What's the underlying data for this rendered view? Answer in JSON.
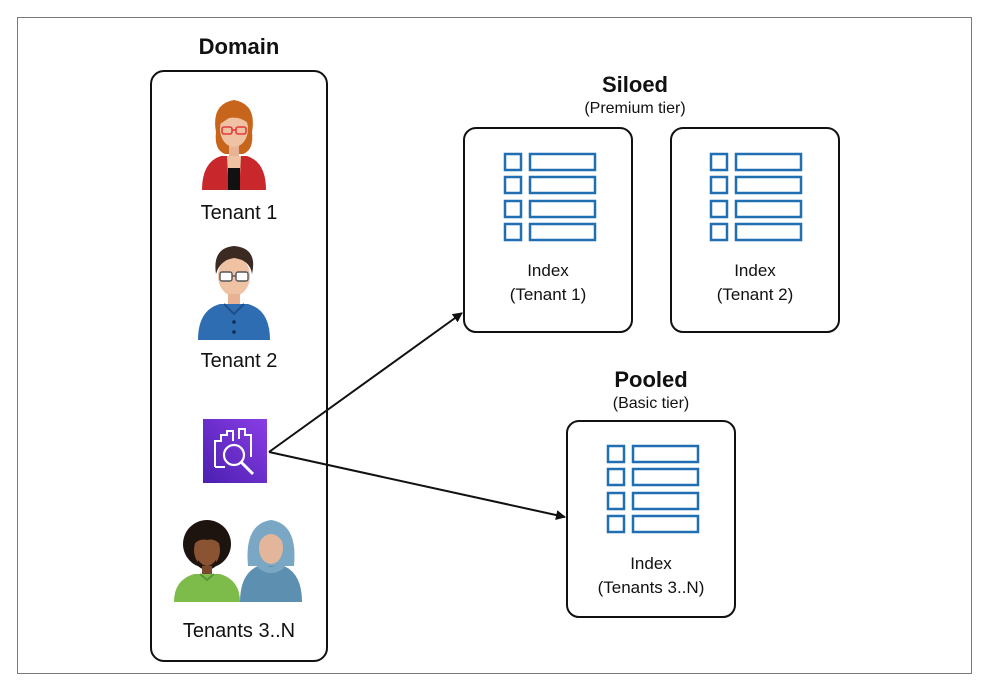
{
  "domain": {
    "title": "Domain"
  },
  "tenants": [
    {
      "label": "Tenant 1"
    },
    {
      "label": "Tenant 2"
    },
    {
      "label": "Tenants 3..N"
    }
  ],
  "siloed": {
    "title": "Siloed",
    "subtitle": "(Premium tier)",
    "indexes": [
      {
        "name": "Index",
        "tenant": "(Tenant 1)"
      },
      {
        "name": "Index",
        "tenant": "(Tenant 2)"
      }
    ]
  },
  "pooled": {
    "title": "Pooled",
    "subtitle": "(Basic tier)",
    "index": {
      "name": "Index",
      "tenant": "(Tenants 3..N)"
    }
  },
  "colors": {
    "index_blue": "#1f6fb2",
    "service_purple": "#6a2ad6",
    "tenant1_red": "#c8282c",
    "tenant2_blue": "#2f6db3",
    "tenant3_green": "#7dbb4b",
    "tenant4_hijab": "#7aa8c4"
  },
  "icons": [
    "person-icon",
    "search-service-icon",
    "index-table-icon",
    "arrow-icon"
  ]
}
